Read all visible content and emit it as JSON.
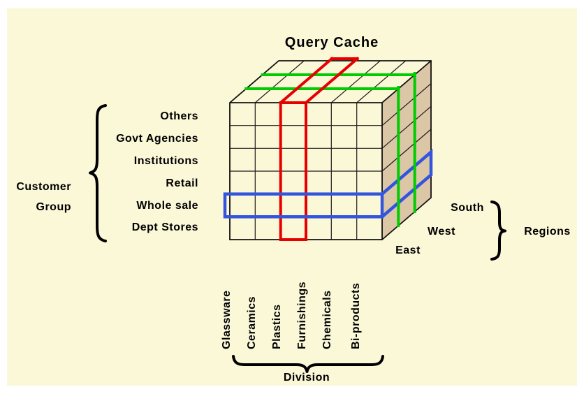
{
  "title": "Query Cache",
  "cube": {
    "customer_groups": [
      "Others",
      "Govt Agencies",
      "Institutions",
      "Retail",
      "Whole sale",
      "Dept Stores"
    ],
    "divisions": [
      "Glassware",
      "Ceramics",
      "Plastics",
      "Furnishings",
      "Chemicals",
      "Bi-products"
    ],
    "regions": [
      "South",
      "West",
      "East"
    ]
  },
  "labels": {
    "customer": [
      "Customer",
      "Group"
    ],
    "division": "Division",
    "regions": "Regions"
  },
  "highlights": {
    "red_slice_color": "#E80000",
    "green_slice_color": "#00CC00",
    "blue_slice_color": "#3355DD"
  },
  "colors": {
    "outer_background": "#FFFFFF",
    "panel_background": "#FBF8D8",
    "cube_side_face": "#DBC6A6",
    "grid_line": "#1C1C1C",
    "text": "#000000"
  }
}
